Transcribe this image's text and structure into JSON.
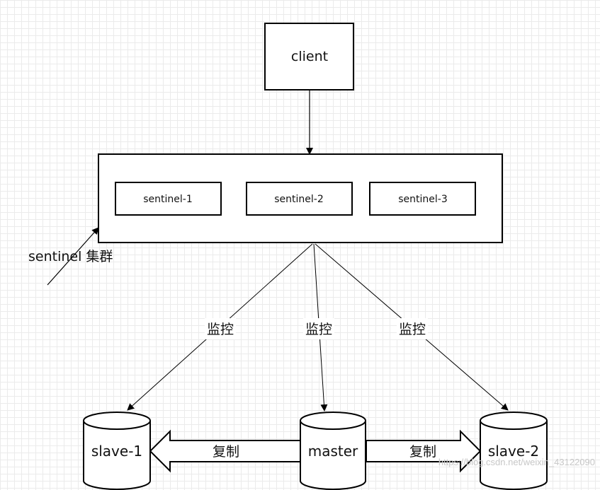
{
  "client": {
    "label": "client"
  },
  "cluster": {
    "label": "sentinel 集群",
    "sentinels": [
      {
        "label": "sentinel-1"
      },
      {
        "label": "sentinel-2"
      },
      {
        "label": "sentinel-3"
      }
    ]
  },
  "monitor_labels": [
    "监控",
    "监控",
    "监控"
  ],
  "nodes": {
    "slave1": {
      "label": "slave-1"
    },
    "master": {
      "label": "master"
    },
    "slave2": {
      "label": "slave-2"
    }
  },
  "replication_labels": [
    "复制",
    "复制"
  ],
  "watermark": "https://blog.csdn.net/weixin_43122090"
}
